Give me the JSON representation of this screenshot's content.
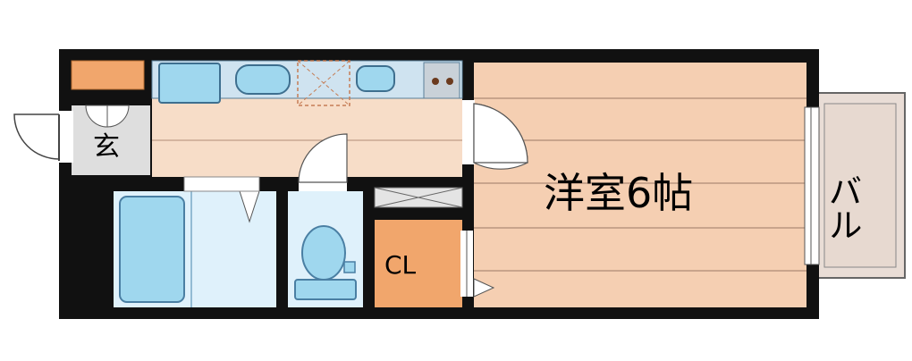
{
  "rooms": {
    "entrance": "玄",
    "western_room": "洋室6帖",
    "closet": "CL",
    "balcony": "バル"
  },
  "colors": {
    "wall": "#111111",
    "floor_wood": "#f5cfb2",
    "floor_wood_line": "#9a7a66",
    "floor_light": "#f7ddc8",
    "entrance_floor": "#dedede",
    "bath_floor": "#dff1fb",
    "fixture_blue": "#9fd7ee",
    "fixture_outline": "#4a7fa3",
    "closet_orange": "#f1a66c",
    "balcony": "#e9ddd6",
    "appliance_gray": "#c9d1d8"
  }
}
